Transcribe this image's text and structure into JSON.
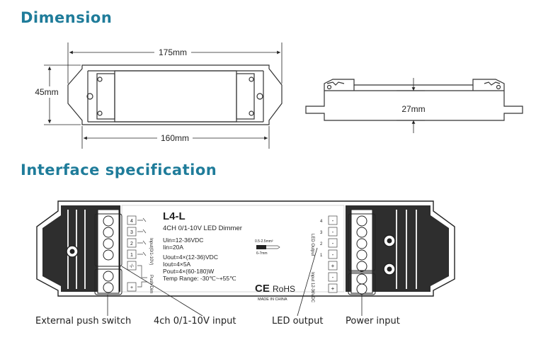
{
  "headings": {
    "dimension": "Dimension",
    "interface": "Interface specification"
  },
  "dimensions": {
    "length_total": "175mm",
    "length_body": "160mm",
    "height": "45mm",
    "depth": "27mm"
  },
  "label": {
    "model": "L4-L",
    "description": "4CH 0/1-10V LED Dimmer",
    "uin": "Uin=12-36VDC",
    "iin": "Iin=20A",
    "uout": "Uout=4×(12-36)VDC",
    "iout": "Iout=4×5A",
    "pout": "Pout=4×(60-180)W",
    "temp": "Temp Range: -30℃~+55℃",
    "ce": "CE",
    "rohs": "RoHS",
    "made_in": "MADE IN CHINA",
    "wire_gauge": "0.5-2.5mm²",
    "strip_length": "6-7mm"
  },
  "left_terminals": {
    "pins": [
      "4",
      "3",
      "2",
      "1",
      "-/-",
      "+"
    ],
    "input_label": "Input(0/1-10V)",
    "push_label": "Push-Dim"
  },
  "right_terminals": {
    "led_pins": [
      "-",
      "-",
      "-",
      "-",
      "+"
    ],
    "power_pins": [
      "-",
      "+"
    ],
    "led_label": "LED Output",
    "power_label": "Input 12-36VDC",
    "channel_labels": [
      "4",
      "3",
      "2",
      "1"
    ]
  },
  "callouts": {
    "push_switch": "External push switch",
    "input": "4ch 0/1-10V input",
    "led_output": "LED output",
    "power_input": "Power input"
  }
}
